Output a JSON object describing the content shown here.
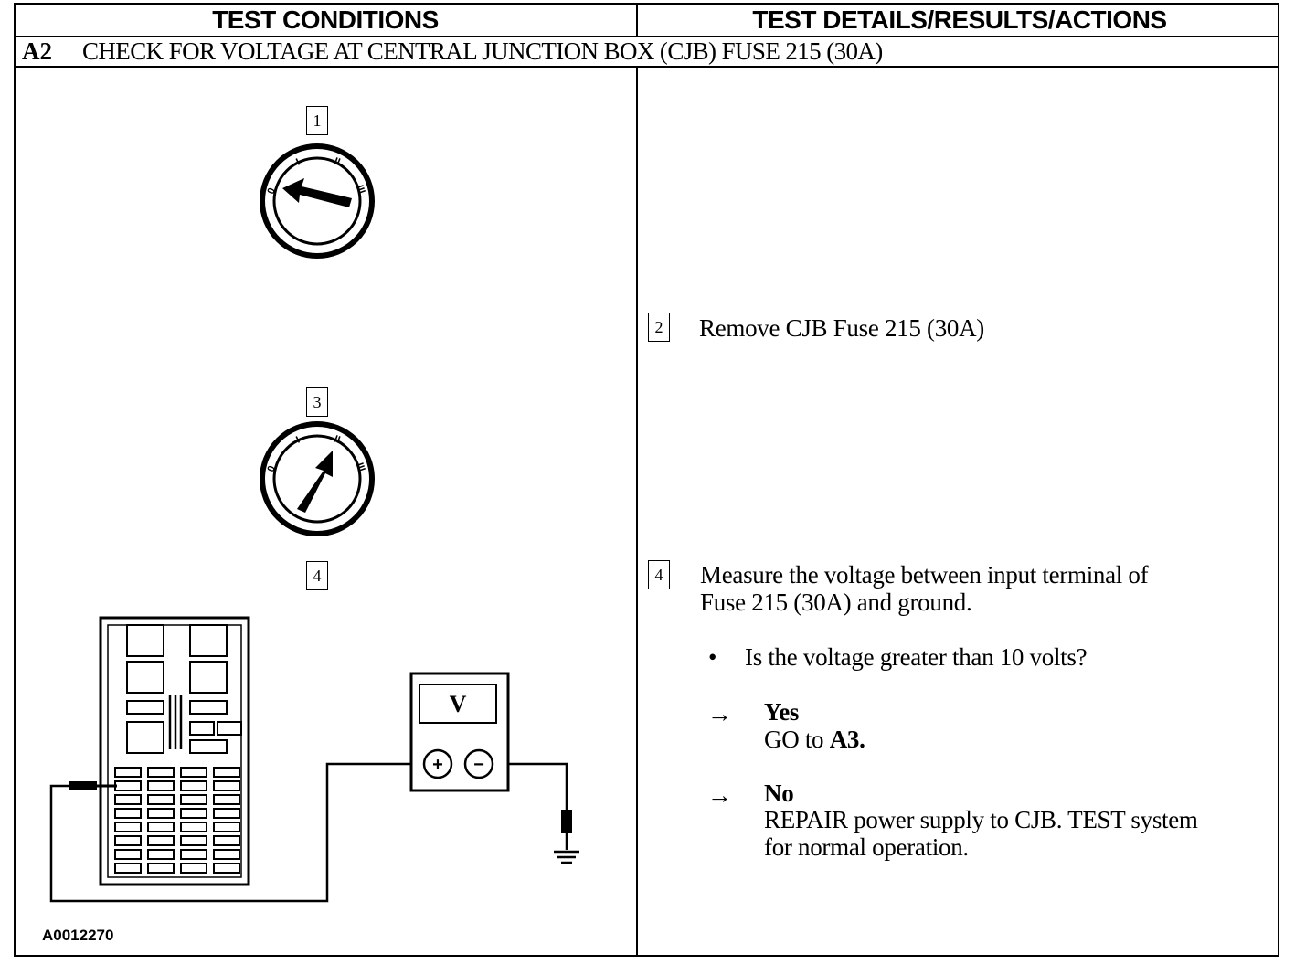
{
  "header": {
    "left": "TEST CONDITIONS",
    "right": "TEST DETAILS/RESULTS/ACTIONS"
  },
  "step": {
    "number": "A2",
    "title": "CHECK FOR VOLTAGE AT CENTRAL JUNCTION BOX (CJB) FUSE 215 (30A)"
  },
  "callouts": {
    "c1": "1",
    "c2": "2",
    "c3": "3",
    "c4": "4"
  },
  "ignition_labels": {
    "off": "0",
    "acc": "I",
    "run": "II",
    "start": "III"
  },
  "details": {
    "step2_callout": "2",
    "step2_text": "Remove CJB Fuse 215 (30A)",
    "step4_callout": "4",
    "step4_line1": "Measure the voltage between input terminal of",
    "step4_line2": "Fuse 215 (30A) and ground.",
    "bullet": "•",
    "question": "Is the voltage greater than 10 volts?",
    "arrow": "→",
    "yes_label": "Yes",
    "yes_action_prefix": "GO to ",
    "yes_action_target": "A3.",
    "no_label": "No",
    "no_action_line1": "REPAIR power supply to CJB. TEST system",
    "no_action_line2": "for normal operation."
  },
  "meter": {
    "display": "V",
    "plus": "+",
    "minus": "−"
  },
  "figure_id": "A0012270"
}
